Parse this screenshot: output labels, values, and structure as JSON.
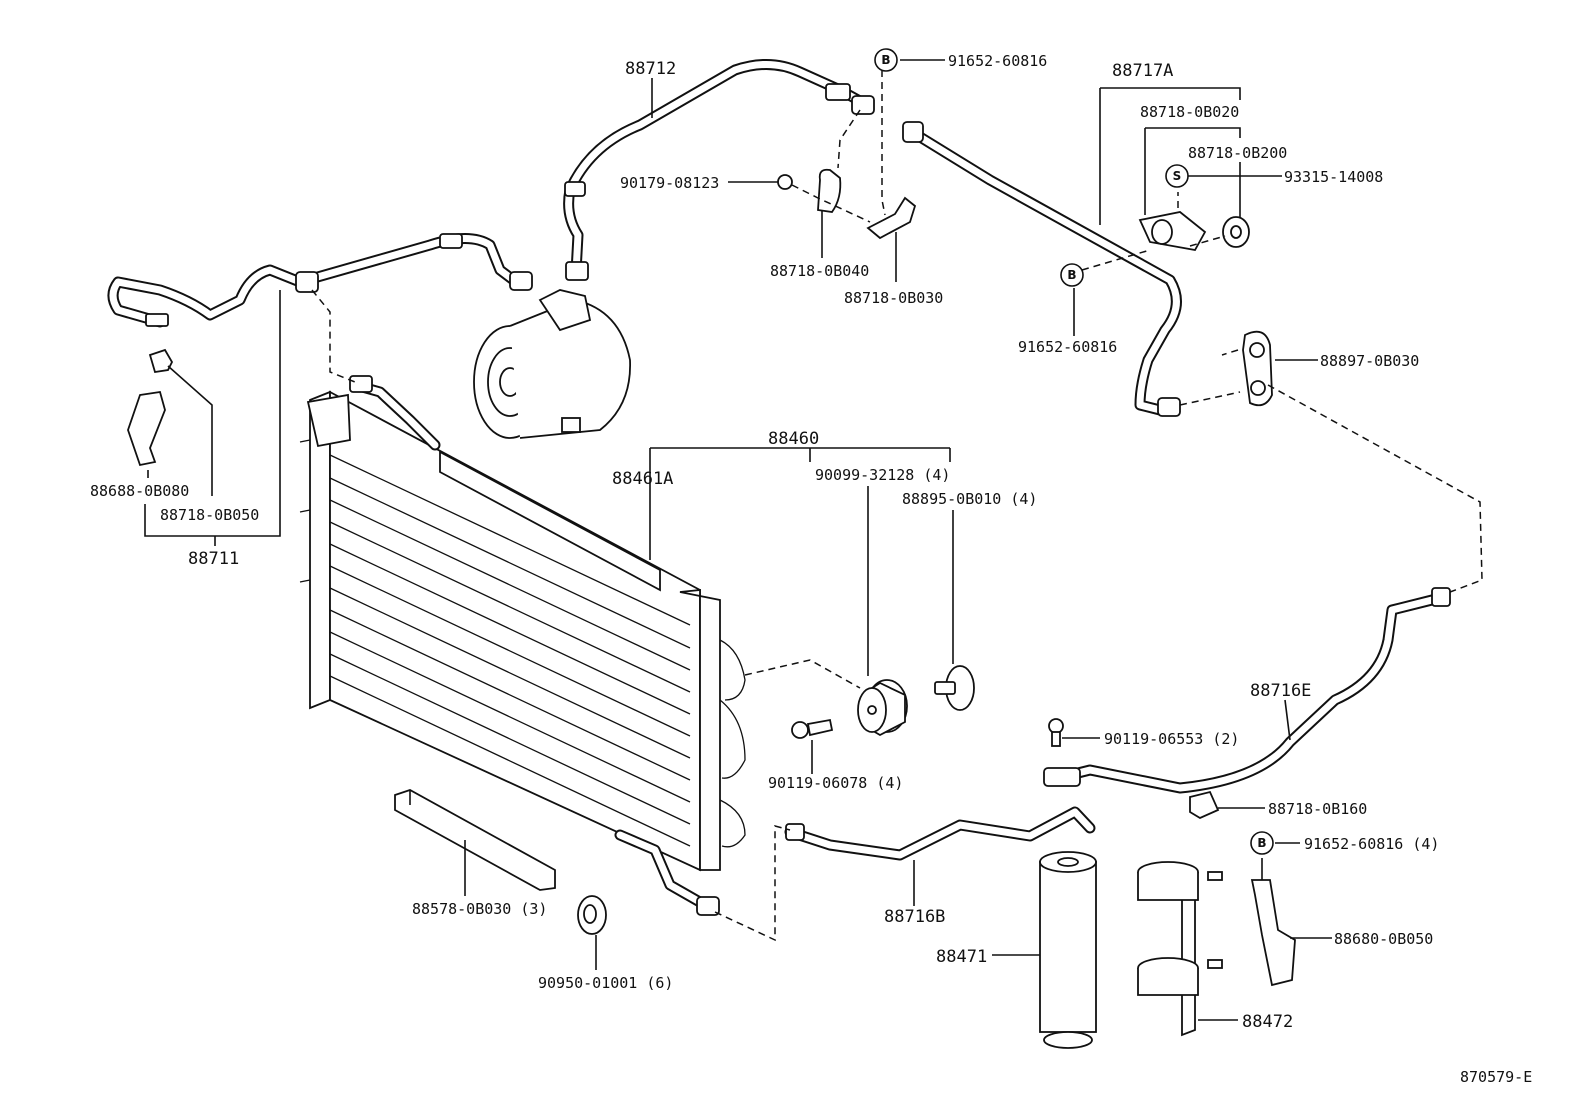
{
  "labels": {
    "p88712": "88712",
    "p91652_top": "91652-60816",
    "p88717A": "88717A",
    "p88718_0B020": "88718-0B020",
    "p88718_0B200": "88718-0B200",
    "p93315_14008": "93315-14008",
    "p90179_08123": "90179-08123",
    "p88718_0B040": "88718-0B040",
    "p88718_0B030": "88718-0B030",
    "p91652_mid": "91652-60816",
    "p88897_0B030": "88897-0B030",
    "p88460": "88460",
    "p88461A": "88461A",
    "p90099_32128": "90099-32128 (4)",
    "p88895_0B010": "88895-0B010 (4)",
    "p88688_0B080": "88688-0B080",
    "p88718_0B050": "88718-0B050",
    "p88711": "88711",
    "p88716E": "88716E",
    "p90119_06553": "90119-06553 (2)",
    "p90119_06078": "90119-06078 (4)",
    "p88718_0B160": "88718-0B160",
    "p91652_bot": "91652-60816 (4)",
    "p88578_0B030": "88578-0B030 (3)",
    "p88716B": "88716B",
    "p88680_0B050": "88680-0B050",
    "p88471": "88471",
    "p90950_01001": "90950-01001 (6)",
    "p88472": "88472",
    "code": "870579-E"
  },
  "badges": {
    "bolt": "B",
    "stud": "S"
  }
}
